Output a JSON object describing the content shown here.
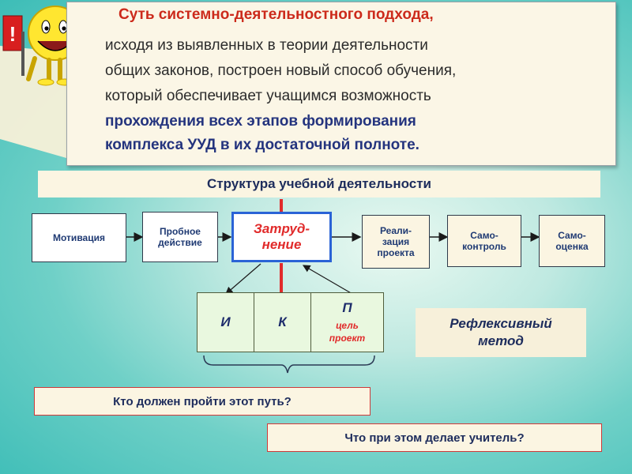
{
  "intro": {
    "title": "Суть системно-деятельностного подхода,",
    "lines": [
      "исходя из выявленных в теории деятельности",
      "общих законов, построен новый способ обучения,",
      "который обеспечивает учащимся возможность"
    ],
    "emphasis": [
      "прохождения всех  этапов формирования",
      "комплекса УУД в их достаточной полноте."
    ]
  },
  "mascot": {
    "icon": "smiley-pointing-icon",
    "sign": "!"
  },
  "structure": {
    "title": "Структура учебной деятельности",
    "stages": [
      {
        "lines": [
          "Мотивация"
        ]
      },
      {
        "lines": [
          "Пробное",
          "действие"
        ]
      },
      {
        "lines": [
          "Затруд-",
          "нение"
        ]
      },
      {
        "lines": [
          "Реали-",
          "зация",
          "проекта"
        ]
      },
      {
        "lines": [
          "Само-",
          "контроль"
        ]
      },
      {
        "lines": [
          "Само-",
          "оценка"
        ]
      }
    ]
  },
  "ikp": {
    "cells": [
      {
        "label": "И"
      },
      {
        "label": "К"
      },
      {
        "label": "П",
        "sub1": "цель",
        "sub2": "проект"
      }
    ]
  },
  "method": {
    "lines": [
      "Рефлексивный",
      "метод"
    ]
  },
  "questions": {
    "q1": "Кто должен пройти этот путь?",
    "q2": "Что при этом делает учитель?"
  },
  "colors": {
    "accent_red": "#e12b2b",
    "title_red": "#cc2a1b",
    "navy": "#1d2c5c",
    "highlight_blue": "#2a63d6"
  }
}
